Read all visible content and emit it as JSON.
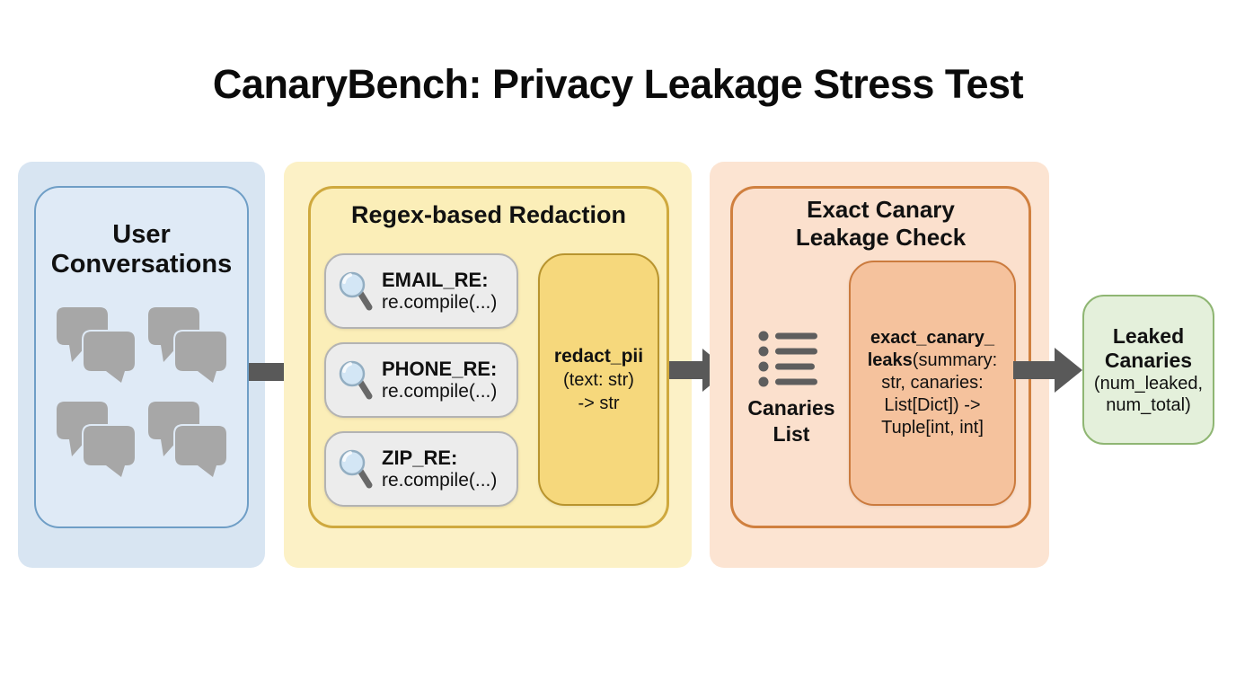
{
  "title": "CanaryBench: Privacy Leakage Stress Test",
  "conversations": {
    "title_line1": "User",
    "title_line2": "Conversations"
  },
  "redaction": {
    "title": "Regex-based Redaction",
    "patterns": [
      {
        "name": "EMAIL_RE:",
        "value": "re.compile(...)"
      },
      {
        "name": "PHONE_RE:",
        "value": "re.compile(...)"
      },
      {
        "name": "ZIP_RE:",
        "value": "re.compile(...)"
      }
    ],
    "function": {
      "lines": [
        {
          "bold": "redact_pii",
          "regular": ""
        },
        {
          "bold": "",
          "regular": "(text: str)"
        },
        {
          "bold": "",
          "regular": "-> str"
        }
      ]
    }
  },
  "leakage_check": {
    "title_line1": "Exact Canary",
    "title_line2": "Leakage Check",
    "list_label_line1": "Canaries",
    "list_label_line2": "List",
    "function": {
      "lines": [
        {
          "bold": "exact_canary_",
          "regular": ""
        },
        {
          "bold": "leaks",
          "regular": "(summary:"
        },
        {
          "bold": "",
          "regular": "str, canaries:"
        },
        {
          "bold": "",
          "regular": "List[Dict]) ->"
        },
        {
          "bold": "",
          "regular": "Tuple[int, int]"
        }
      ]
    }
  },
  "output": {
    "title_line1": "Leaked",
    "title_line2": "Canaries",
    "subtitle_line1": "(num_leaked,",
    "subtitle_line2": "num_total)"
  },
  "icons": {
    "chat": "chat-bubbles-icon",
    "magnifier": "search-icon",
    "list": "list-icon",
    "arrow": "arrow-right-icon"
  },
  "colors": {
    "blue_outer_bg": "#d8e5f2",
    "blue_inner_bg": "#dfeaf6",
    "blue_border": "#6f9ec6",
    "yellow_outer_bg": "#fcf1c6",
    "yellow_inner_bg": "#fbeeb8",
    "yellow_border": "#cfa93e",
    "redact_bg": "#f6d87c",
    "redact_border": "#b8942e",
    "pill_bg": "#ececec",
    "pill_border": "#b3b3b3",
    "orange_outer_bg": "#fce4d2",
    "orange_inner_bg": "#fbe0cd",
    "orange_border": "#d0803f",
    "exact_bg": "#f5c29d",
    "exact_border": "#cb7b3e",
    "green_bg": "#e4f0db",
    "green_border": "#8fb673",
    "arrow": "#595959",
    "bubble": "#a7a7a7",
    "list_icon": "#5e5e5e",
    "text": "#111111"
  }
}
